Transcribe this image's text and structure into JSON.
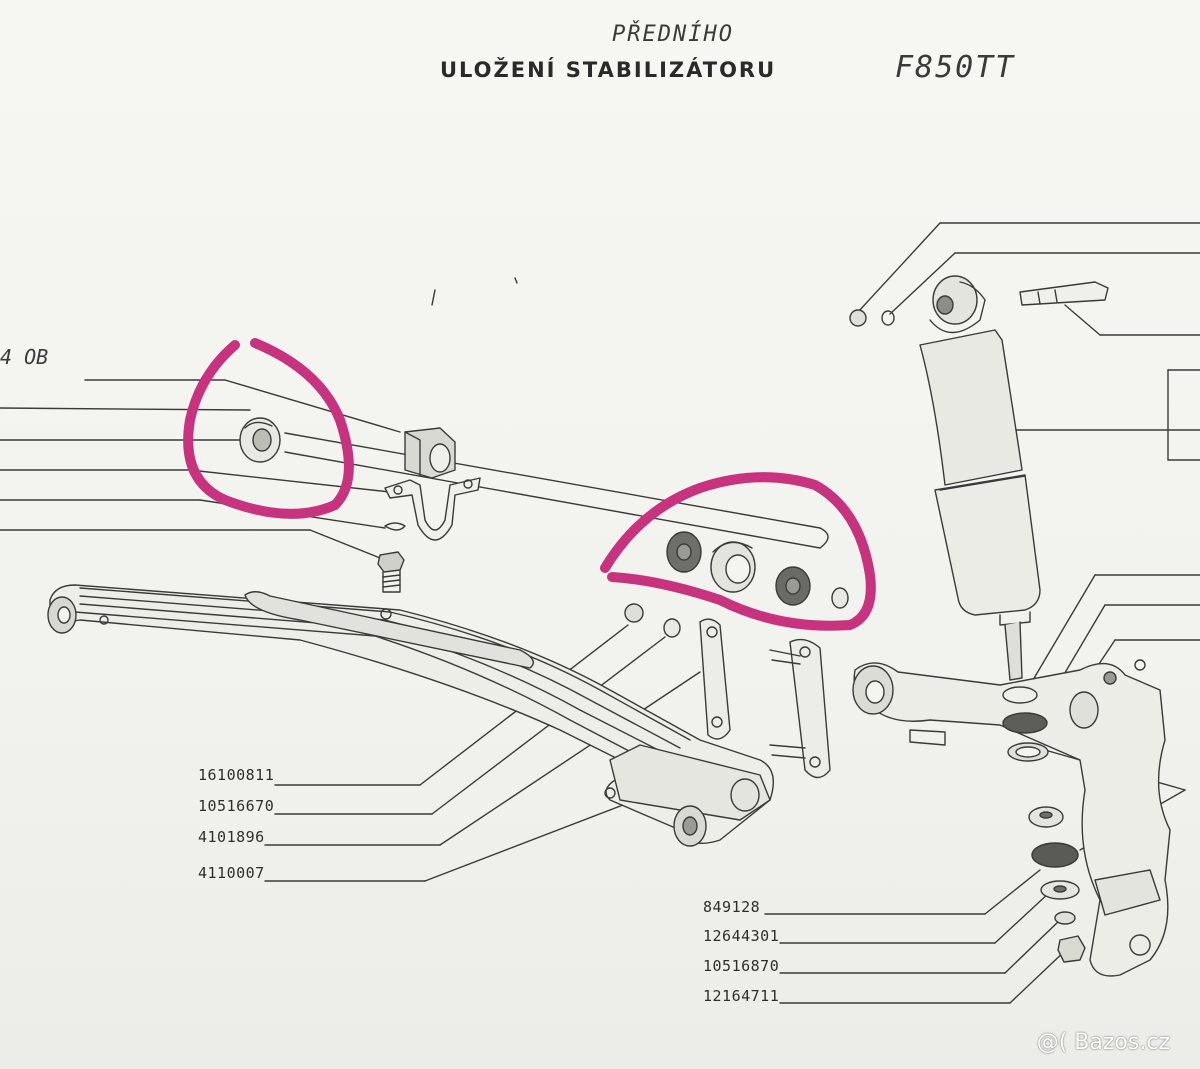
{
  "header": {
    "title": "ULOŽENÍ STABILIZÁTORU",
    "handwritten_top": "PŘEDNÍHO",
    "handwritten_model": "F850TT",
    "handwritten_left": "4 OB"
  },
  "part_numbers_left": [
    "16100811",
    "10516670",
    "4101896",
    "4110007"
  ],
  "part_numbers_right": [
    "849128",
    "12644301",
    "10516870",
    "12164711"
  ],
  "watermark": "@( Bazos.cz",
  "colors": {
    "paper": "#f4f4f1",
    "ink": "#2a2a2a",
    "highlight": "#c8337f"
  }
}
